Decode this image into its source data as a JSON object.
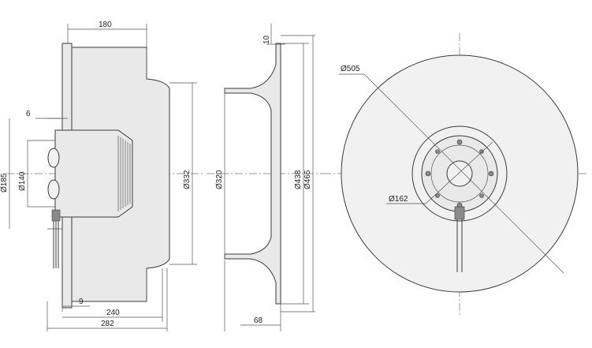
{
  "dimensions": {
    "d180": "180",
    "d6": "6",
    "d185": "Ø185",
    "d140": "Ø140",
    "d332": "Ø332",
    "d9": "9",
    "d240": "240",
    "d282": "282",
    "d10": "10",
    "d320": "Ø320",
    "d438": "Ø438",
    "d465": "Ø465",
    "d68": "68",
    "d505": "Ø505",
    "d162": "Ø162"
  },
  "colors": {
    "line": "#3a3a3a",
    "fill": "#e9e9e9",
    "background": "#ffffff"
  }
}
